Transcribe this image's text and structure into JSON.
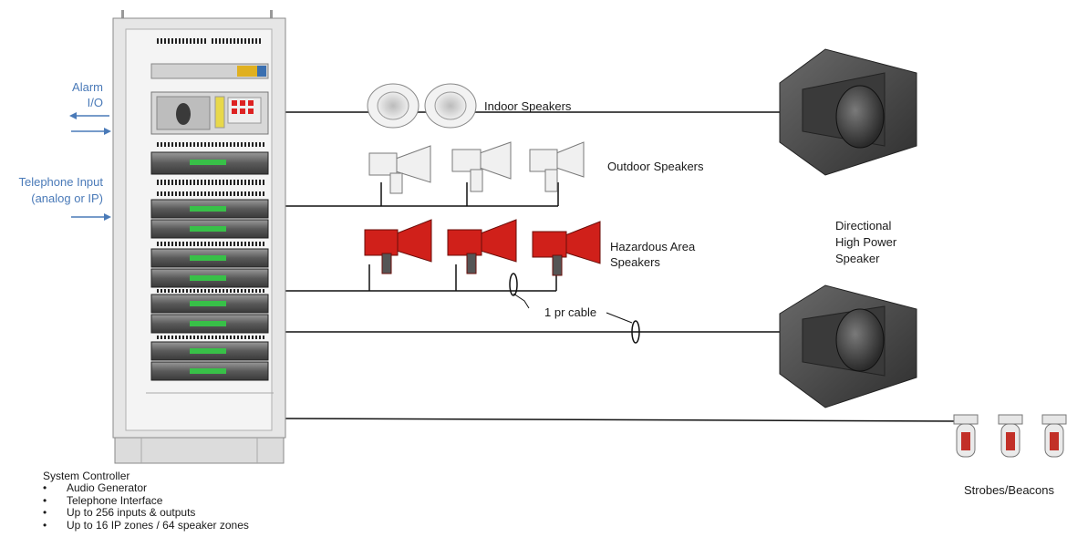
{
  "labels": {
    "alarm": "Alarm",
    "io": "I/O",
    "telephone": "Telephone Input",
    "telephone_sub": "(analog or IP)",
    "indoor": "Indoor Speakers",
    "outdoor": "Outdoor Speakers",
    "hazardous_1": "Hazardous Area",
    "hazardous_2": "Speakers",
    "cable": "1 pr cable",
    "directional_1": "Directional",
    "directional_2": "High Power",
    "directional_3": "Speaker",
    "strobes": "Strobes/Beacons",
    "controller_title": "System Controller"
  },
  "controller_features": [
    "Audio Generator",
    "Telephone Interface",
    "Up to 256 inputs & outputs",
    "Up to 16 IP zones / 64 speaker zones"
  ],
  "colors": {
    "arrow": "#4a7ab8",
    "hazard_red": "#d0201a",
    "cabinet": "#e6e6e6",
    "horn_dark": "#4a4a4a"
  }
}
